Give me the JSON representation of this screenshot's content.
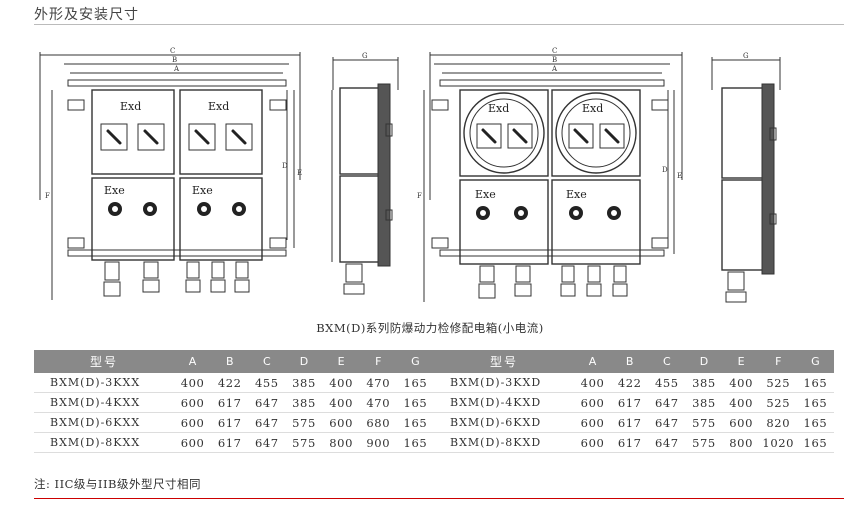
{
  "heading": "外形及安装尺寸",
  "caption": "BXM(D)系列防爆动力检修配电箱(小电流)",
  "drawing": {
    "dim_letters": {
      "a": "A",
      "b": "B",
      "c": "C",
      "d": "D",
      "e": "E",
      "f": "F",
      "g": "G"
    },
    "exd_label": "Exd",
    "exe_label": "Exe"
  },
  "table": {
    "model_header": "型号",
    "columns": [
      "A",
      "B",
      "C",
      "D",
      "E",
      "F",
      "G"
    ],
    "left": [
      {
        "model": "BXM(D)-3KXX",
        "values": [
          "400",
          "422",
          "455",
          "385",
          "400",
          "470",
          "165"
        ]
      },
      {
        "model": "BXM(D)-4KXX",
        "values": [
          "600",
          "617",
          "647",
          "385",
          "400",
          "470",
          "165"
        ]
      },
      {
        "model": "BXM(D)-6KXX",
        "values": [
          "600",
          "617",
          "647",
          "575",
          "600",
          "680",
          "165"
        ]
      },
      {
        "model": "BXM(D)-8KXX",
        "values": [
          "600",
          "617",
          "647",
          "575",
          "800",
          "900",
          "165"
        ]
      }
    ],
    "right": [
      {
        "model": "BXM(D)-3KXD",
        "values": [
          "400",
          "422",
          "455",
          "385",
          "400",
          "525",
          "165"
        ]
      },
      {
        "model": "BXM(D)-4KXD",
        "values": [
          "600",
          "617",
          "647",
          "385",
          "400",
          "525",
          "165"
        ]
      },
      {
        "model": "BXM(D)-6KXD",
        "values": [
          "600",
          "617",
          "647",
          "575",
          "600",
          "820",
          "165"
        ]
      },
      {
        "model": "BXM(D)-8KXD",
        "values": [
          "600",
          "617",
          "647",
          "575",
          "800",
          "1020",
          "165"
        ]
      }
    ]
  },
  "note": "注: IIC级与IIB级外型尺寸相同"
}
